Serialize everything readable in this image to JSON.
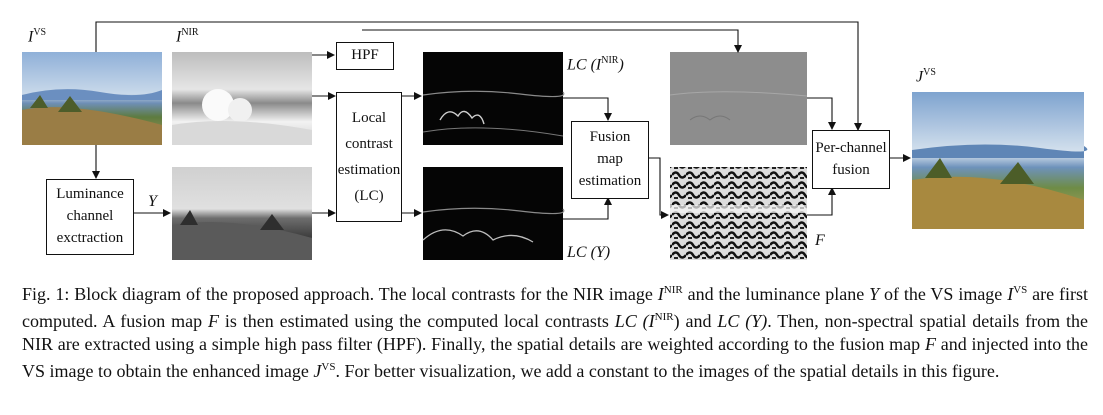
{
  "labels": {
    "ivs": {
      "base": "I",
      "sup": "VS"
    },
    "inir": {
      "base": "I",
      "sup": "NIR"
    },
    "lc_nir": "LC (I",
    "lc_nir_sup": "NIR",
    "lc_nir_close": ")",
    "y": "Y",
    "lc_y": "LC (Y)",
    "f": "F",
    "jvs": {
      "base": "J",
      "sup": "VS"
    }
  },
  "boxes": {
    "hpf": [
      "HPF"
    ],
    "luminance": [
      "Luminance",
      "channel",
      "exctraction"
    ],
    "local_contrast": [
      "Local",
      "contrast",
      "estimation",
      "(LC)"
    ],
    "fusion_map": [
      "Fusion",
      "map",
      "estimation"
    ],
    "per_channel": [
      "Per-channel",
      "fusion"
    ]
  },
  "caption": {
    "p1": "Fig. 1: Block diagram of the proposed approach. The local contrasts for the NIR image ",
    "m1": "I",
    "m1s": "NIR",
    "p2": " and the luminance plane ",
    "m2": "Y",
    "p3": " of the VS image ",
    "m3": "I",
    "m3s": "VS",
    "p4": " are first computed. A fusion map ",
    "m4": "F",
    "p5": " is then estimated using the computed local contrasts ",
    "m5": "LC (I",
    "m5s": "NIR",
    "m5c": ")",
    "p6": " and ",
    "m6": "LC (Y)",
    "p7": ". Then, non-spectral spatial details from the NIR are extracted using a simple high pass filter (HPF). Finally, the spatial details are weighted according to the fusion map ",
    "m7": "F",
    "p8": " and injected into the VS image to obtain the enhanced image ",
    "m8": "J",
    "m8s": "VS",
    "p9": ". For better visualization, we add a constant to the images of the spatial details in this figure."
  }
}
